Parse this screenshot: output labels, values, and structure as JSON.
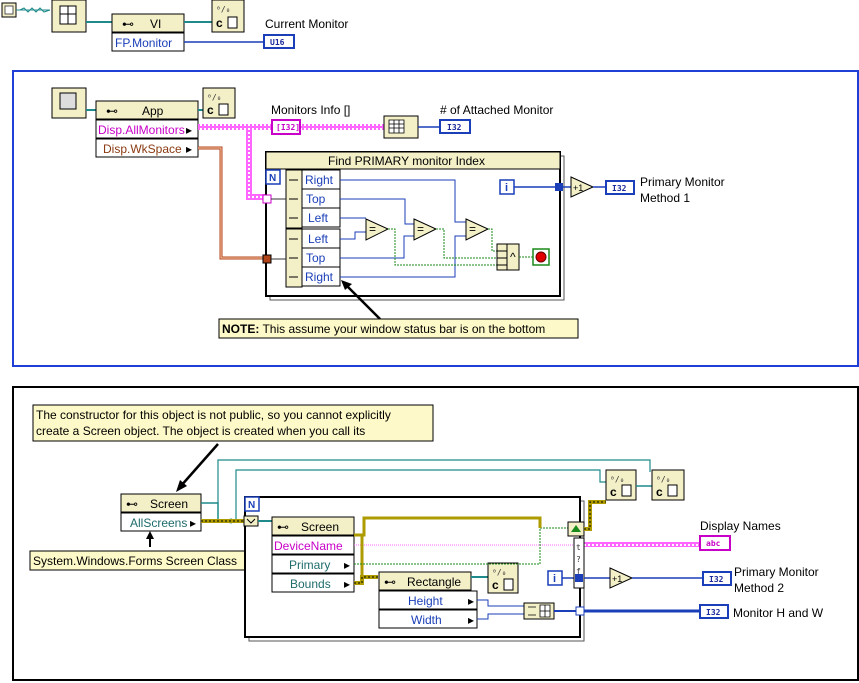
{
  "top_row": {
    "vi_node": "VI",
    "fp_monitor": "FP.Monitor",
    "current_monitor": "Current Monitor",
    "u16": "U16"
  },
  "panel1": {
    "app_node": "App",
    "disp_allmonitors": "Disp.AllMonitors",
    "disp_wkspace": "Disp.WkSpace",
    "monitors_info": "Monitors Info []",
    "attached_count": "# of Attached Monitor",
    "i32": "I32",
    "loop_title": "Find PRIMARY monitor Index",
    "upper_fields": [
      "Right",
      "Top",
      "Left"
    ],
    "lower_fields": [
      "Left",
      "Top",
      "Right"
    ],
    "loop_n": "N",
    "loop_i": "i",
    "plus_one": "+1",
    "eq": "=",
    "and_sym": "^",
    "primary_method1": [
      "Primary Monitor",
      "Method 1"
    ],
    "note_bold": "NOTE:",
    "note_text": " This assume your window status bar is on the bottom"
  },
  "panel2": {
    "comment_line1": "The constructor for this object is not public, so you cannot explicitly",
    "comment_line2": "create a Screen object. The object is created when you call its",
    "screen_node": "Screen",
    "allscreens": "AllScreens",
    "screen_class": "System.Windows.Forms Screen Class",
    "screen_node2": "Screen",
    "screen_fields": [
      "DeviceName",
      "Primary",
      "Bounds"
    ],
    "rect_node": "Rectangle",
    "rect_fields": [
      "Height",
      "Width"
    ],
    "loop_n": "N",
    "loop_i": "i",
    "plus_one": "+1",
    "display_names": "Display Names",
    "abc": "abc",
    "i32": "I32",
    "primary_method2": [
      "Primary Monitor",
      "Method 2"
    ],
    "monitor_hw": "Monitor H and W"
  }
}
